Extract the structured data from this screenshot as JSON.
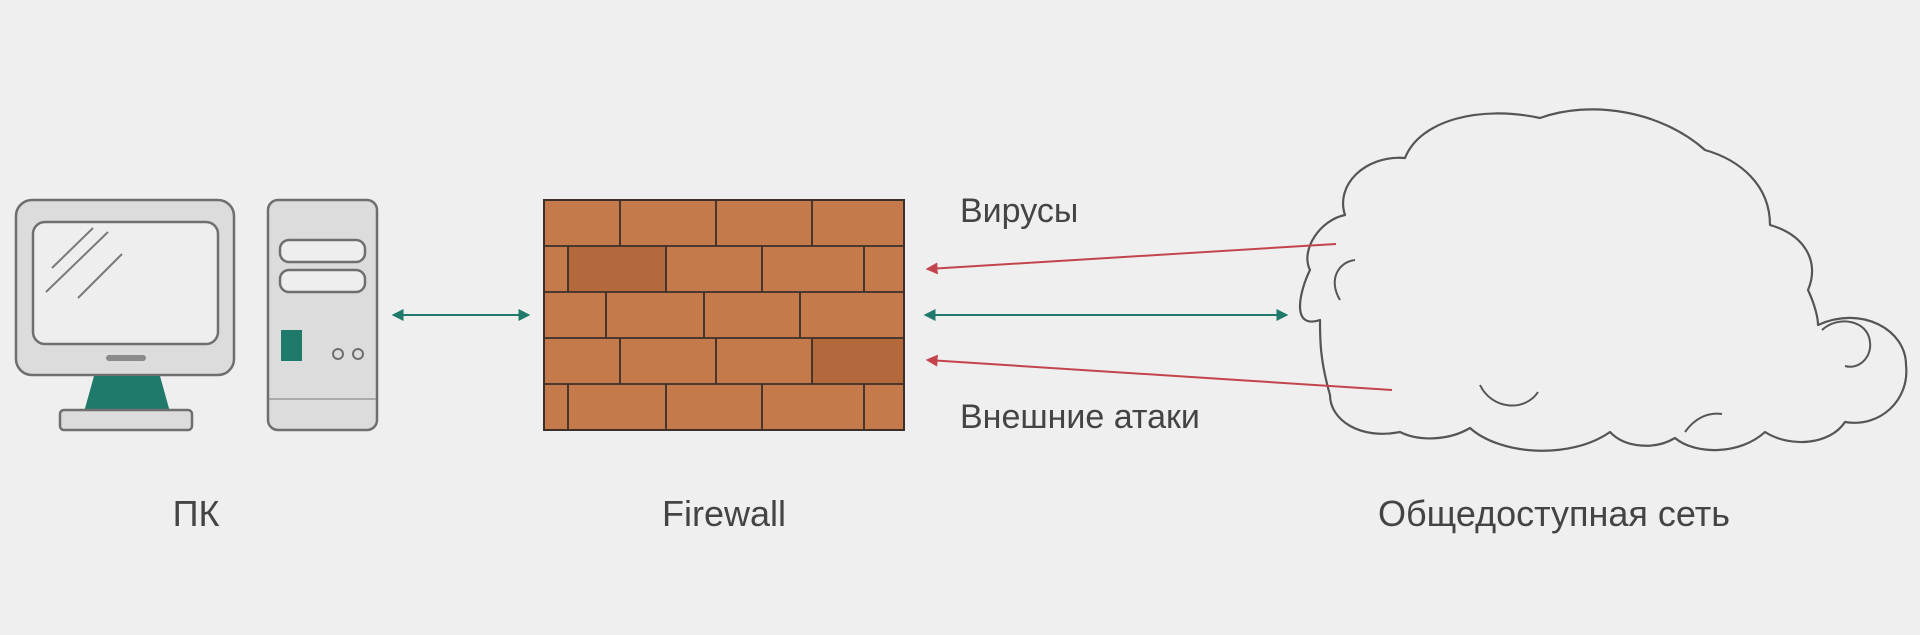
{
  "labels": {
    "pc": "ПК",
    "firewall": "Firewall",
    "network": "Общедоступная сеть",
    "viruses": "Вирусы",
    "attacks": "Внешние атаки"
  },
  "colors": {
    "background": "#efefef",
    "device_fill": "#dcdcdc",
    "device_stroke": "#6f6f6f",
    "accent_teal": "#1f7a6b",
    "brick": "#c47a4a",
    "brick_dark": "#b4693c",
    "mortar": "#3b2f2a",
    "threat_red": "#c4444e",
    "label_text": "#444444"
  },
  "icons": {
    "monitor": "monitor-icon",
    "system_unit": "system-unit-icon",
    "firewall": "brick-wall-icon",
    "network": "cloud-icon"
  }
}
